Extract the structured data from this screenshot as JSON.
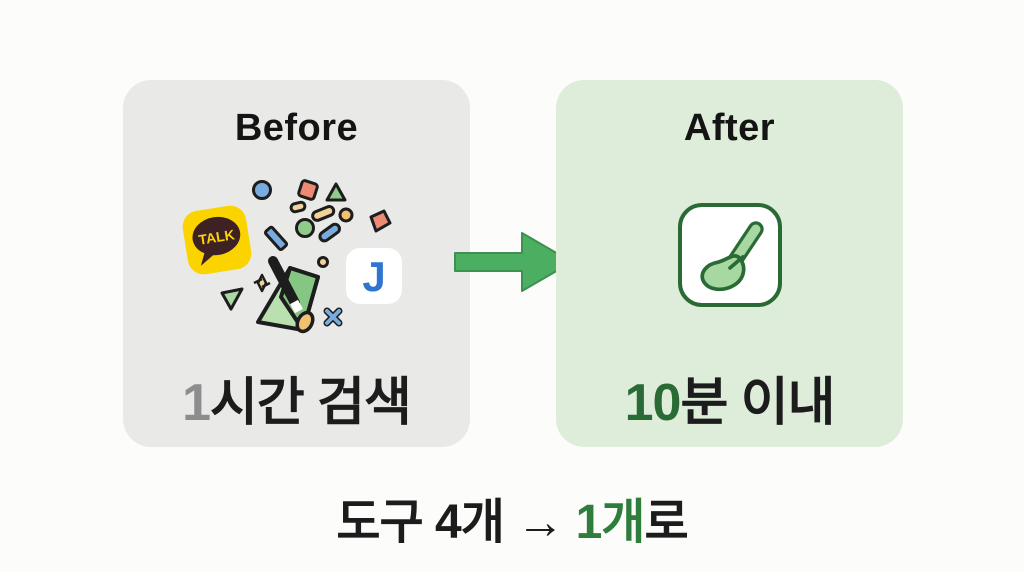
{
  "comparison": {
    "before": {
      "title": "Before",
      "card_color": "#e9e9e7",
      "result_parts": [
        {
          "text": "1",
          "color": "#8d8d8d"
        },
        {
          "text": "시간 검색",
          "color": "#1c1c1c"
        }
      ],
      "icons": {
        "kakao_label": "TALK",
        "j_letter": "J"
      }
    },
    "after": {
      "title": "After",
      "card_color": "#ddedda",
      "result_parts": [
        {
          "text": "10",
          "color": "#2a6b35"
        },
        {
          "text": "분 이내",
          "color": "#1c1c1c"
        }
      ]
    },
    "arrow_color": "#4bae60"
  },
  "caption": {
    "parts": [
      {
        "text": "도구 4개 → ",
        "color": "#1c1c1c"
      },
      {
        "text": "1개",
        "color": "#2f7d3c"
      },
      {
        "text": "로",
        "color": "#1c1c1c"
      }
    ]
  },
  "colors": {
    "page_background": "#fcfcfb",
    "dark_green": "#2a6b35",
    "kakao_yellow": "#fbd400",
    "kakao_brown": "#3e2123",
    "j_blue": "#2f74d0"
  }
}
